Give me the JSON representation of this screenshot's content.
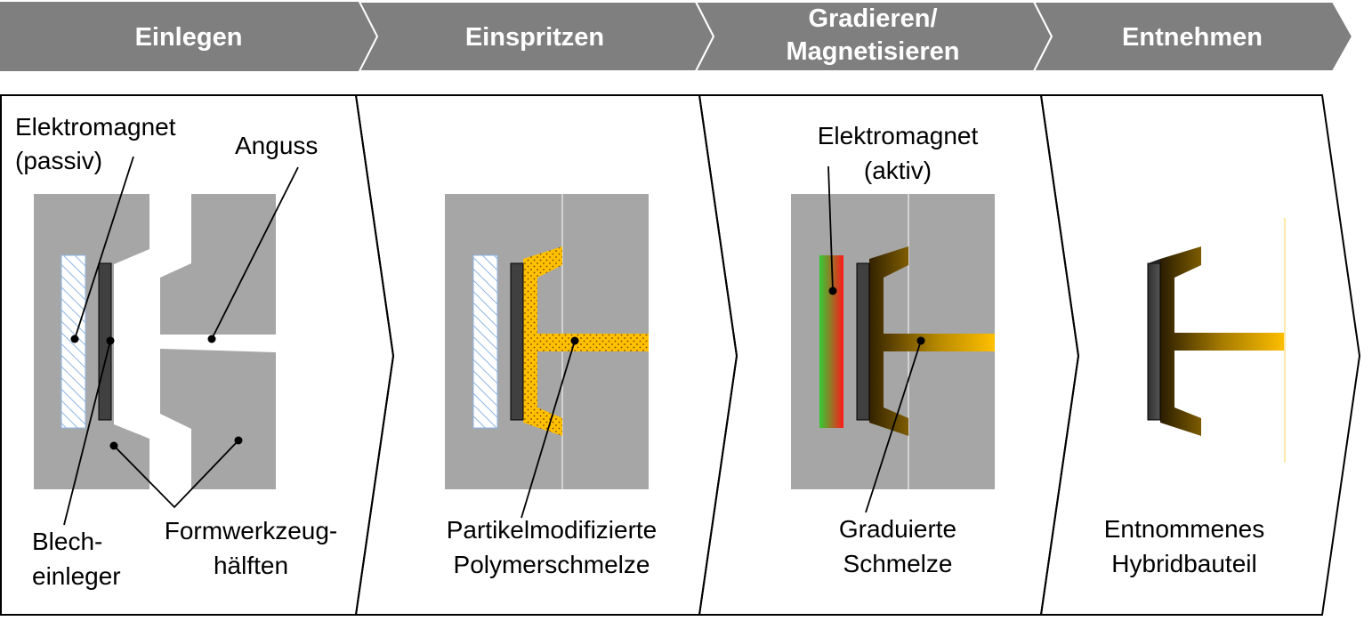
{
  "colors": {
    "header_fill": "#7f7f7f",
    "mold_gray": "#a6a6a6",
    "insert_dark": "#404040",
    "melt_yellow": "#ffc000",
    "magnet_hatch": "#8fb4e3",
    "magnet_active_left": "#33cc33",
    "magnet_active_right": "#ff1a1a"
  },
  "steps": [
    {
      "label": "Einlegen"
    },
    {
      "label": "Einspritzen"
    },
    {
      "label_line1": "Gradieren/",
      "label_line2": "Magnetisieren"
    },
    {
      "label": "Entnehmen"
    }
  ],
  "panel1": {
    "magnet_line1": "Elektromagnet",
    "magnet_line2": "(passiv)",
    "sprue": "Anguss",
    "insert_line1": "Blech-",
    "insert_line2": "einleger",
    "mold_line1": "Formwerkzeug-",
    "mold_line2": "hälften"
  },
  "panel2": {
    "melt_line1": "Partikelmodifizierte",
    "melt_line2": "Polymerschmelze"
  },
  "panel3": {
    "magnet_line1": "Elektromagnet",
    "magnet_line2": "(aktiv)",
    "melt_line1": "Graduierte",
    "melt_line2": "Schmelze"
  },
  "panel4": {
    "part_line1": "Entnommenes",
    "part_line2": "Hybridbauteil"
  }
}
